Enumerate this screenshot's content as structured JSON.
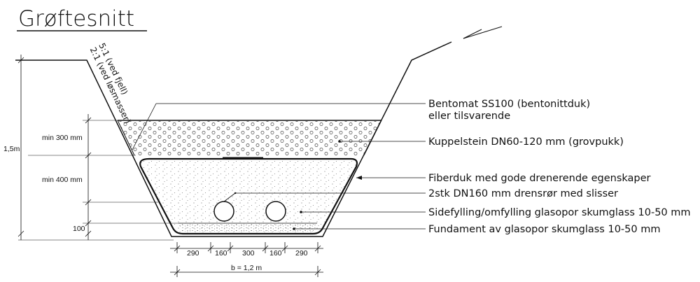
{
  "title": "Grøftesnitt",
  "slope_labels": [
    "5:1 (ved fjell)",
    "2:1 (ved løsmasser)"
  ],
  "callouts": [
    {
      "name": "bentomat",
      "lines": [
        "Bentomat SS100 (bentonittduk)",
        "eller tilsvarende"
      ]
    },
    {
      "name": "kuppelstein",
      "lines": [
        "Kuppelstein DN60-120 mm (grovpukk)"
      ]
    },
    {
      "name": "fiberduk",
      "lines": [
        "Fiberduk med gode drenerende egenskaper"
      ]
    },
    {
      "name": "drensror",
      "lines": [
        "2stk DN160 mm drensrør med slisser"
      ]
    },
    {
      "name": "sidefylling",
      "lines": [
        "Sidefylling/omfylling glasopor skumglass 10-50 mm"
      ]
    },
    {
      "name": "fundament",
      "lines": [
        "Fundament av glasopor skumglass 10-50 mm"
      ]
    }
  ],
  "vertical_dims": {
    "total_depth": "1,5m",
    "top_layer": "min 300 mm",
    "middle_layer": "min 400 mm",
    "bottom_layer": "100"
  },
  "width_dims": {
    "segments": [
      "290",
      "160",
      "300",
      "160",
      "290"
    ],
    "total": "b = 1,2 m"
  }
}
